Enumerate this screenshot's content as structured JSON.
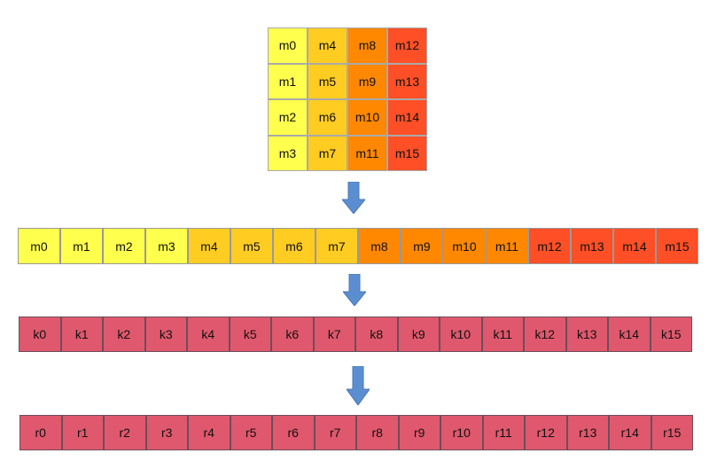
{
  "matrix": {
    "columns": [
      {
        "color": "#ffff4d",
        "cells": [
          "m0",
          "m1",
          "m2",
          "m3"
        ]
      },
      {
        "color": "#ffcc22",
        "cells": [
          "m4",
          "m5",
          "m6",
          "m7"
        ]
      },
      {
        "color": "#ff8800",
        "cells": [
          "m8",
          "m9",
          "m10",
          "m11"
        ]
      },
      {
        "color": "#ff4f26",
        "cells": [
          "m12",
          "m13",
          "m14",
          "m15"
        ]
      }
    ]
  },
  "flattened_row": {
    "cells": [
      "m0",
      "m1",
      "m2",
      "m3",
      "m4",
      "m5",
      "m6",
      "m7",
      "m8",
      "m9",
      "m10",
      "m11",
      "m12",
      "m13",
      "m14",
      "m15"
    ],
    "colors": [
      "#ffff4d",
      "#ffff4d",
      "#ffff4d",
      "#ffff4d",
      "#ffcc22",
      "#ffcc22",
      "#ffcc22",
      "#ffcc22",
      "#ff8800",
      "#ff8800",
      "#ff8800",
      "#ff8800",
      "#ff4f26",
      "#ff4f26",
      "#ff4f26",
      "#ff4f26"
    ]
  },
  "key_row": {
    "color": "#e0586d",
    "cells": [
      "k0",
      "k1",
      "k2",
      "k3",
      "k4",
      "k5",
      "k6",
      "k7",
      "k8",
      "k9",
      "k10",
      "k11",
      "k12",
      "k13",
      "k14",
      "k15"
    ]
  },
  "result_row": {
    "color": "#e0586d",
    "cells": [
      "r0",
      "r1",
      "r2",
      "r3",
      "r4",
      "r5",
      "r6",
      "r7",
      "r8",
      "r9",
      "r10",
      "r11",
      "r12",
      "r13",
      "r14",
      "r15"
    ]
  },
  "arrow_color": "#5b8ed1"
}
